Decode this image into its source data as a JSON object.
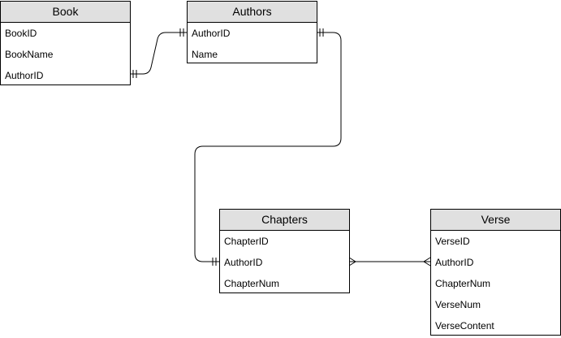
{
  "entities": {
    "book": {
      "title": "Book",
      "fields": [
        "BookID",
        "BookName",
        "AuthorID"
      ]
    },
    "authors": {
      "title": "Authors",
      "fields": [
        "AuthorID",
        "Name"
      ]
    },
    "chapters": {
      "title": "Chapters",
      "fields": [
        "ChapterID",
        "AuthorID",
        "ChapterNum"
      ]
    },
    "verse": {
      "title": "Verse",
      "fields": [
        "VerseID",
        "AuthorID",
        "ChapterNum",
        "VerseNum",
        "VerseContent"
      ]
    }
  },
  "relationships": [
    {
      "from": "book.AuthorID",
      "to": "authors.AuthorID",
      "from_end": "one",
      "to_end": "one"
    },
    {
      "from": "authors.AuthorID",
      "to": "chapters.AuthorID",
      "from_end": "one",
      "to_end": "one"
    },
    {
      "from": "chapters.AuthorID",
      "to": "verse.AuthorID",
      "from_end": "many",
      "to_end": "many"
    }
  ],
  "colors": {
    "header_fill": "#e0e0e0",
    "line": "#000000",
    "background": "#ffffff"
  }
}
